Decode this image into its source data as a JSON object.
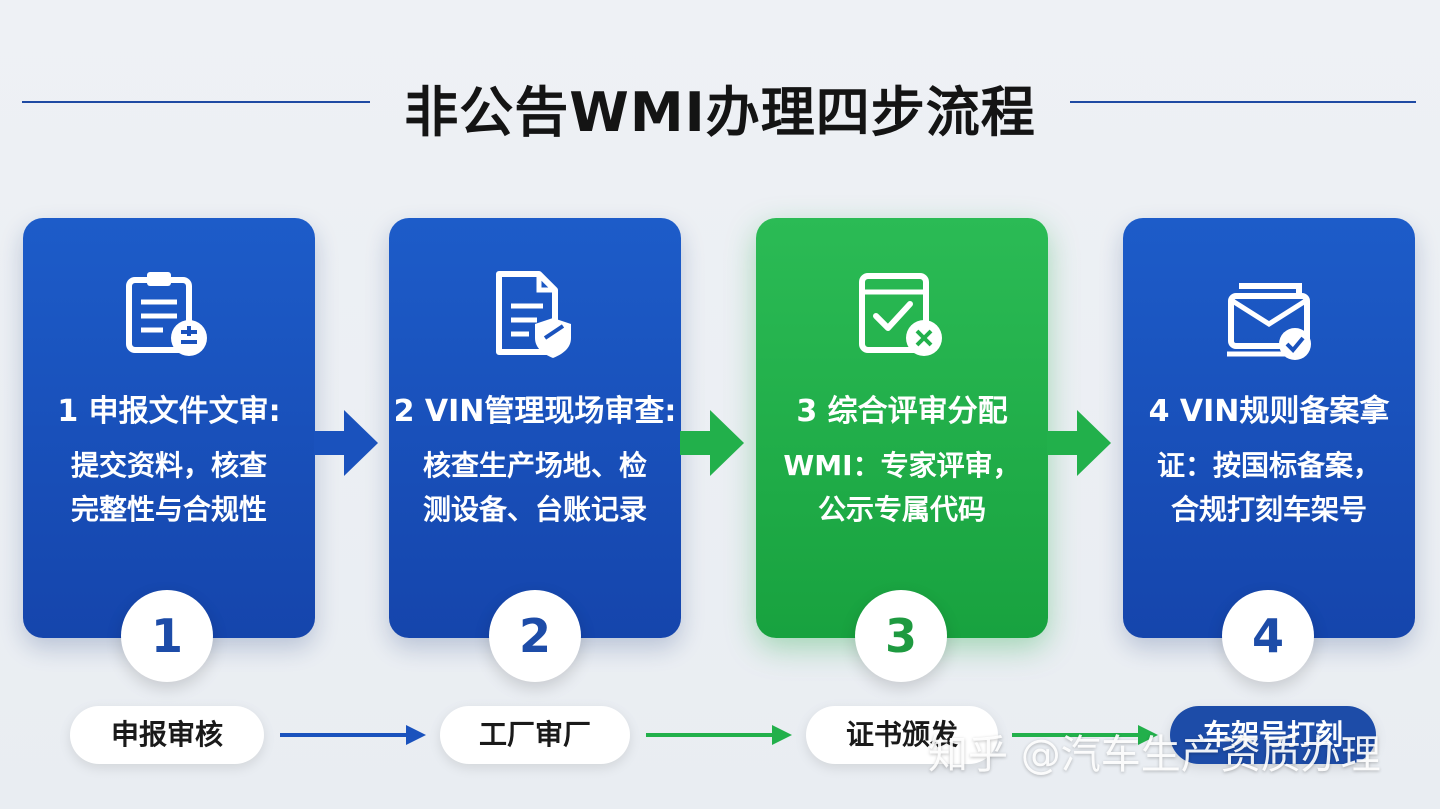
{
  "title": "非公告WMI办理四步流程",
  "colors": {
    "blue": "#1a52bd",
    "green": "#22b04b",
    "navy_text": "#1d4ca8"
  },
  "steps": [
    {
      "title": "1 申报文件文审:",
      "desc_line1": "提交资料，核查",
      "desc_line2": "完整性与合规性",
      "number": "1",
      "icon": "clipboard-plus-minus-icon",
      "color": "blue"
    },
    {
      "title": "2 VIN管理现场审查:",
      "desc_line1": "核查生产场地、检",
      "desc_line2": "测设备、台账记录",
      "number": "2",
      "icon": "document-shield-icon",
      "color": "blue"
    },
    {
      "title": "3 综合评审分配",
      "desc_line1": "WMI：专家评审，",
      "desc_line2": "公示专属代码",
      "number": "3",
      "icon": "checklist-cancel-icon",
      "color": "green"
    },
    {
      "title": "4 VIN规则备案拿",
      "desc_line1": "证：按国标备案，",
      "desc_line2": "合规打刻车架号",
      "number": "4",
      "icon": "envelope-check-icon",
      "color": "blue"
    }
  ],
  "flow": [
    {
      "label": "申报审核"
    },
    {
      "label": "工厂审厂"
    },
    {
      "label": "证书颁发"
    },
    {
      "label": "车架号打刻"
    }
  ],
  "watermark": "知乎 @汽车生产资质办理"
}
